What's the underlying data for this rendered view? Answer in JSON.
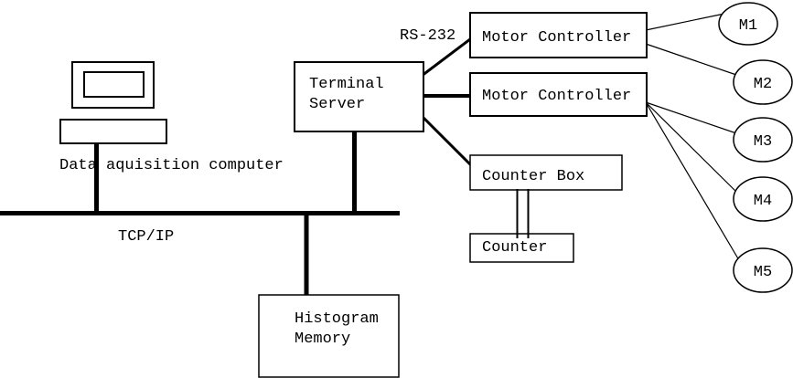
{
  "diagram": {
    "type": "system-architecture",
    "colors": {
      "ink": "#000000",
      "paper": "#ffffff"
    },
    "labels": {
      "data_acquisition": "Data aquisition computer",
      "tcp_ip": "TCP/IP",
      "rs_232": "RS-232"
    },
    "nodes": {
      "terminal_server_line1": "Terminal",
      "terminal_server_line2": "Server",
      "motor_controller_1": "Motor Controller",
      "motor_controller_2": "Motor Controller",
      "counter_box": "Counter Box",
      "counter": "Counter",
      "histogram_memory_line1": "Histogram",
      "histogram_memory_line2": "Memory"
    },
    "motors": [
      {
        "label": "M1"
      },
      {
        "label": "M2"
      },
      {
        "label": "M3"
      },
      {
        "label": "M4"
      },
      {
        "label": "M5"
      }
    ]
  }
}
